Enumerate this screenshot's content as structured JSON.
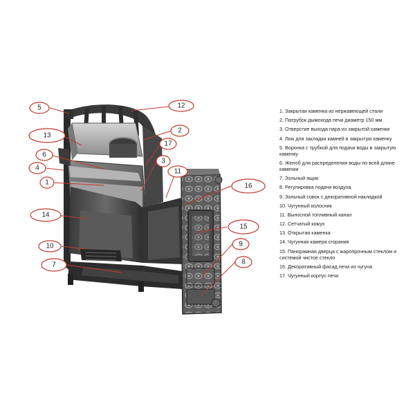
{
  "callouts": [
    "1",
    "2",
    "3",
    "4",
    "5",
    "6",
    "7",
    "8",
    "9",
    "10",
    "11",
    "12",
    "13",
    "14",
    "15",
    "16",
    "17"
  ],
  "legend": [
    "1. Закрытая каменка из нержавеющей стали",
    "2. Патрубок дымохода печи диаметр 150 мм",
    "3. Отверстие выхода пара из закрытой каменки",
    "4. Люк для закладки камней в закрытую каменку",
    "5. Воронка с трубкой для подачи воды в закрытую каменку",
    "6. Желоб для распределения воды по всей длине каменки",
    "7. Зольный ящик",
    "8. Регулировка подачи воздуха",
    "9. Зольный совок с декоративной накладкой",
    "10. Чугунный колосник",
    "11. Выносной топливный канал",
    "12. Сетчатый кожух",
    "13. Открытая каменка",
    "14. Чугунная камера сгорания",
    "15. Панорамная дверца с жаропрочным стеклом и системой чистое стекло",
    "16. Декоративный фасад печи из чугуна",
    "17. Чугунный корпус печи"
  ],
  "colors": {
    "outline": "#c0392b",
    "body_dark": "#2b2b2b",
    "body_mid": "#5a5a5a",
    "body_light": "#9a9a9a",
    "steel": "#b8b8b8"
  }
}
